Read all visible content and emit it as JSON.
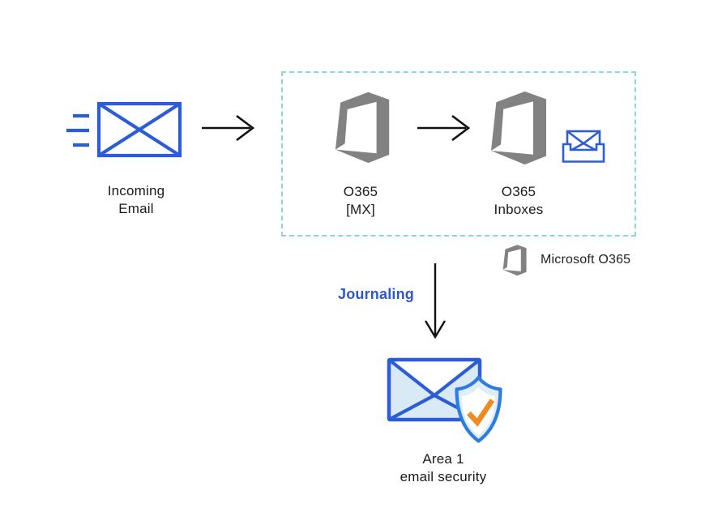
{
  "diagram": {
    "nodes": {
      "incoming_email": {
        "line1": "Incoming",
        "line2": "Email"
      },
      "o365_mx": {
        "line1": "O365",
        "line2": "[MX]"
      },
      "o365_inboxes": {
        "line1": "O365",
        "line2": "Inboxes"
      },
      "area1": {
        "line1": "Area 1",
        "line2": "email security"
      }
    },
    "edge_label": "Journaling",
    "legend": {
      "label": "Microsoft O365"
    }
  },
  "icons": {
    "incoming_email": "envelope-with-motion-lines-icon",
    "office365": "office-365-logo-icon",
    "inbox": "inbox-tray-envelope-icon",
    "area1": "envelope-shield-check-icon",
    "arrows": [
      "arrow-right-icon",
      "arrow-right-icon",
      "arrow-down-icon"
    ]
  },
  "colors": {
    "primary_blue": "#2c5cd6",
    "journaling_blue": "#2d59c8",
    "dashed_teal": "#8ed5db",
    "office_gray": "#828282",
    "light_blue_fill": "#d9e9f6",
    "shield_fill": "#dceefa",
    "check_orange": "#ee8b21",
    "arrow_black": "#111111",
    "text_black": "#1a1a1a"
  }
}
